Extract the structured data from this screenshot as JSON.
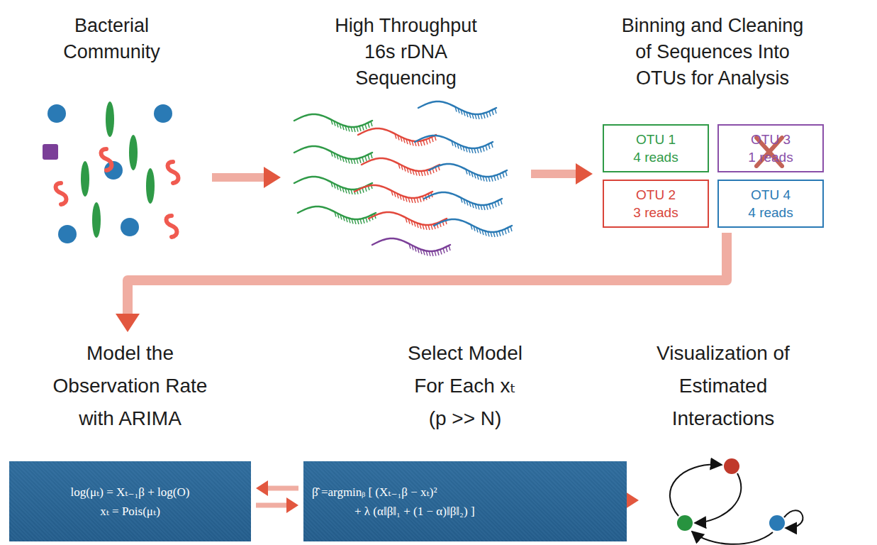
{
  "diagram": {
    "nodes": [
      {
        "text": [
          "Bacterial Community"
        ]
      },
      {
        "text": [
          "High Throughput 16s rDNA Sequencing"
        ]
      },
      {
        "text": [
          "Binning and Cleaning of Sequences Into OTUs for Analysis"
        ]
      },
      {
        "text": [
          "OTU 1",
          "4 reads"
        ],
        "in": 2
      },
      {
        "text": [
          "OTU 3",
          "1 reads"
        ],
        "in": 2
      },
      {
        "text": [
          "OTU 2",
          "3 reads"
        ],
        "in": 2
      },
      {
        "text": [
          "OTU 4",
          "4 reads"
        ],
        "in": 2
      },
      {
        "text": [
          "Model the Observation Rate with ARIMA",
          "log(μₜ) = Xₜ₋₁β + log(O)",
          "xₜ = Pois(μₜ)"
        ]
      },
      {
        "text": [
          "Select Model For Each xₜ (p >> N)",
          "β̂ =argminᵦ [ (Xₜ₋₁β − xₜ)²",
          "+ λ (α‖β‖₁ + (1 − α)‖β‖₂) ]"
        ]
      },
      {
        "text": [
          "Visualization of Estimated Interactions"
        ]
      }
    ],
    "edges": [
      {
        "from": 0,
        "to": 1,
        "arrow": "to"
      },
      {
        "from": 1,
        "to": 2,
        "arrow": "to"
      },
      {
        "from": 2,
        "to": 7,
        "arrow": "to"
      },
      {
        "from": 8,
        "to": 7,
        "arrow": "to"
      },
      {
        "from": 7,
        "to": 8,
        "arrow": "to"
      },
      {
        "from": 8,
        "to": 9,
        "arrow": "to"
      }
    ]
  }
}
